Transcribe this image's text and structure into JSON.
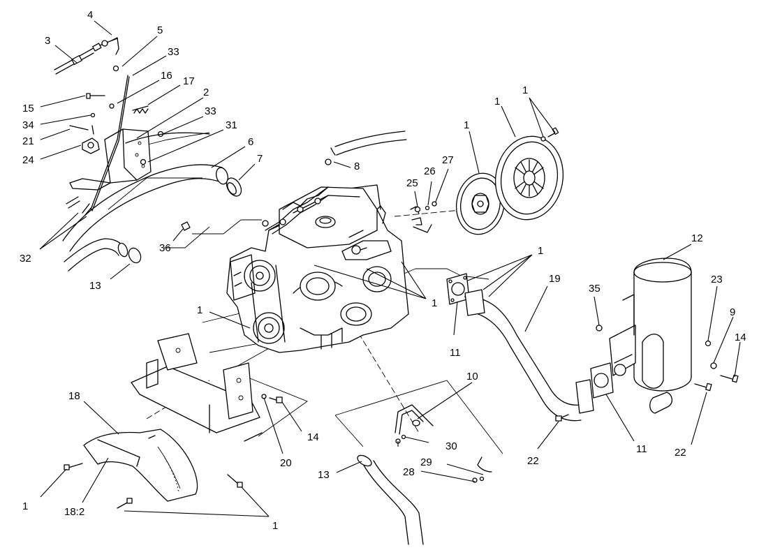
{
  "callouts": {
    "c_4": "4",
    "c_5": "5",
    "c_3": "3",
    "c_33a": "33",
    "c_16": "16",
    "c_17": "17",
    "c_2": "2",
    "c_33b": "33",
    "c_31": "31",
    "c_15": "15",
    "c_34": "34",
    "c_21": "21",
    "c_24": "24",
    "c_6": "6",
    "c_7": "7",
    "c_8": "8",
    "c_32": "32",
    "c_36": "36",
    "c_13a": "13",
    "c_1_engine": "1",
    "c_1_center": "1",
    "c_25": "25",
    "c_26": "26",
    "c_27": "27",
    "c_1_disc": "1",
    "c_1_pressure": "1",
    "c_1_bolts": "1",
    "c_1_gasket": "1",
    "c_12": "12",
    "c_19": "19",
    "c_35": "35",
    "c_23": "23",
    "c_9": "9",
    "c_14a": "14",
    "c_11a": "11",
    "c_11b": "11",
    "c_10": "10",
    "c_18": "18",
    "c_14b": "14",
    "c_20": "20",
    "c_30": "30",
    "c_13b": "13",
    "c_29": "29",
    "c_28": "28",
    "c_22a": "22",
    "c_22b": "22",
    "c_1_left": "1",
    "c_18_2": "18:2",
    "c_1_bottom": "1"
  }
}
